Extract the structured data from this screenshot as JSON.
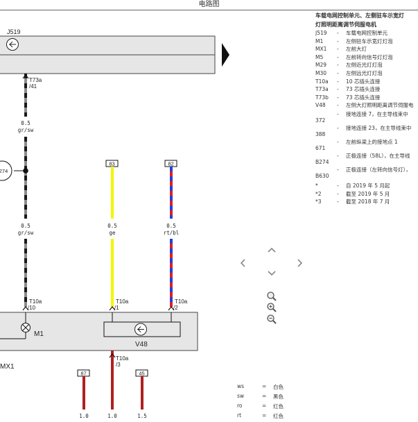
{
  "title": "电路图",
  "legend": {
    "header": [
      "车载电网控制单元、左侧驻车示宽灯",
      "灯照明距离调节伺服电机"
    ],
    "items": [
      {
        "code": "J519",
        "dash": "-",
        "desc": "车载电网控制单元"
      },
      {
        "code": "M1",
        "dash": "-",
        "desc": "左侧驻车示宽灯灯泡"
      },
      {
        "code": "MX1",
        "dash": "-",
        "desc": "左前大灯"
      },
      {
        "code": "M5",
        "dash": "-",
        "desc": "左前转向信号灯灯泡"
      },
      {
        "code": "M29",
        "dash": "-",
        "desc": "左侧近光灯灯泡"
      },
      {
        "code": "M30",
        "dash": "-",
        "desc": "左侧远光灯灯泡"
      },
      {
        "code": "T10a",
        "dash": "-",
        "desc": "10 芯插头连接"
      },
      {
        "code": "T73a",
        "dash": "-",
        "desc": "73 芯插头连接"
      },
      {
        "code": "T73b",
        "dash": "-",
        "desc": "73 芯插头连接"
      },
      {
        "code": "V48",
        "dash": "-",
        "desc": "左侧大灯照明距离调节伺服电"
      }
    ],
    "ground_items": [
      {
        "code": "372",
        "dash": "-",
        "desc": "接地连接 7，在主导线束中"
      },
      {
        "code": "388",
        "dash": "-",
        "desc": "接地连接 23，在主导线束中"
      },
      {
        "code": "671",
        "dash": "-",
        "desc": "左前纵梁上的接地点 1"
      },
      {
        "code": "B274",
        "dash": "-",
        "desc": "正极连接（58L），在主导线"
      },
      {
        "code": "B630",
        "dash": "-",
        "desc": "正极连接（左转向信号灯），"
      }
    ],
    "notes": [
      {
        "code": "*",
        "dash": "-",
        "desc": "自 2019 年 5 月起"
      },
      {
        "code": "*2",
        "dash": "-",
        "desc": "截至 2019 年 5 月"
      },
      {
        "code": "*3",
        "dash": "-",
        "desc": "截至 2018 年 7 月"
      }
    ]
  },
  "diagram": {
    "j519_label": "J519",
    "t73a_label": "T73a",
    "t73a_pin": "/41",
    "wire_a_size_top": "0.5",
    "wire_a_color_top": "gr/sw",
    "b274_label": "274",
    "wire_a_size_bottom": "0.5",
    "wire_a_color_bottom": "gr/sw",
    "term_83": "83",
    "term_82": "82",
    "wire_b_size": "0.5",
    "wire_b_color": "ge",
    "wire_c_size": "0.5",
    "wire_c_color": "rt/bl",
    "t10a_label_1": "T10a",
    "t10a_pin_1": "/10",
    "t10a_label_2": "T10a",
    "t10a_pin_2": "/1",
    "t10a_label_3": "T10a",
    "t10a_pin_3": "/2",
    "m1_label": "M1",
    "v48_label": "V48",
    "mx1_label": "MX1",
    "t10a_label_4": "T10a",
    "t10a_pin_4": "/3",
    "term_87": "87",
    "term_45": "45",
    "bottom_size_1": "1.0",
    "bottom_size_2": "1.0",
    "bottom_size_3": "1.5",
    "colors": {
      "gray": "#8c8c8c",
      "black": "#1a1a1a",
      "yellow": "#f5f500",
      "red": "#e02020",
      "blue": "#2040e0",
      "dark_red": "#b02020",
      "box_fill": "#e6e6e6"
    }
  },
  "nav": {
    "up_icon": "up-chevron-icon",
    "down_icon": "down-chevron-icon",
    "left_icon": "left-chevron-icon",
    "right_icon": "right-chevron-icon",
    "zoom_fit_icon": "zoom-fit-icon",
    "zoom_in_icon": "zoom-in-icon",
    "zoom_out_icon": "zoom-out-icon"
  },
  "color_codes": [
    {
      "code": "ws",
      "eq": "=",
      "name": "白色"
    },
    {
      "code": "sw",
      "eq": "=",
      "name": "黑色"
    },
    {
      "code": "ro",
      "eq": "=",
      "name": "红色"
    },
    {
      "code": "rt",
      "eq": "=",
      "name": "红色"
    }
  ]
}
